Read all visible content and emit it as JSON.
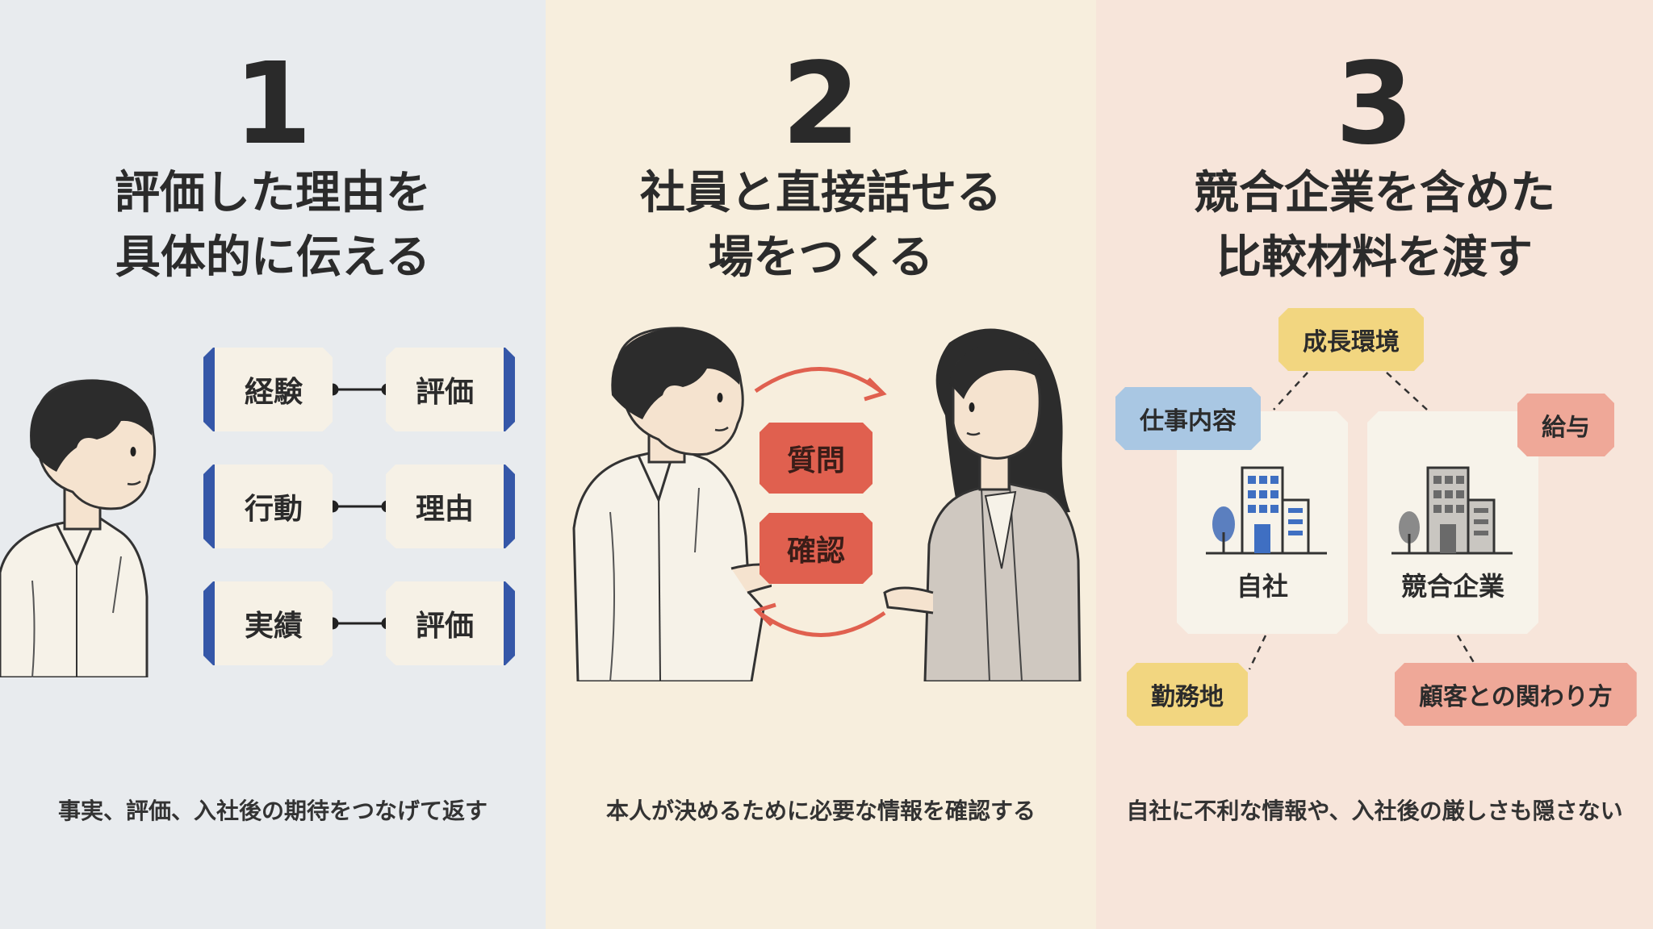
{
  "sections": [
    {
      "number": "1",
      "title_lines": [
        "評価した理由を",
        "具体的に伝える"
      ],
      "pairs": [
        {
          "left": "経験",
          "right": "評価"
        },
        {
          "left": "行動",
          "right": "理由"
        },
        {
          "left": "実績",
          "right": "評価"
        }
      ],
      "caption": "事実、評価、入社後の期待をつなげて返す"
    },
    {
      "number": "2",
      "title_lines": [
        "社員と直接話せる",
        "場をつくる"
      ],
      "cards": [
        "質問",
        "確認"
      ],
      "caption": "本人が決めるために必要な情報を確認する"
    },
    {
      "number": "3",
      "title_lines": [
        "競合企業を含めた",
        "比較材料を渡す"
      ],
      "companies": [
        "自社",
        "競合企業"
      ],
      "tags": {
        "top": "成長環境",
        "left": "仕事内容",
        "right": "給与",
        "bottom_left": "勤務地",
        "bottom_right": "顧客との関わり方"
      },
      "caption": "自社に不利な情報や、入社後の厳しさも隠さない"
    }
  ],
  "colors": {
    "panel1_bg": "#e8ebee",
    "panel2_bg": "#f7eedd",
    "panel3_bg": "#f7e5da",
    "accent_blue": "#3557a8",
    "accent_red": "#e0604f",
    "tag_yellow": "#f2d680",
    "tag_blue": "#a9c7e3",
    "tag_pink": "#efa898"
  }
}
